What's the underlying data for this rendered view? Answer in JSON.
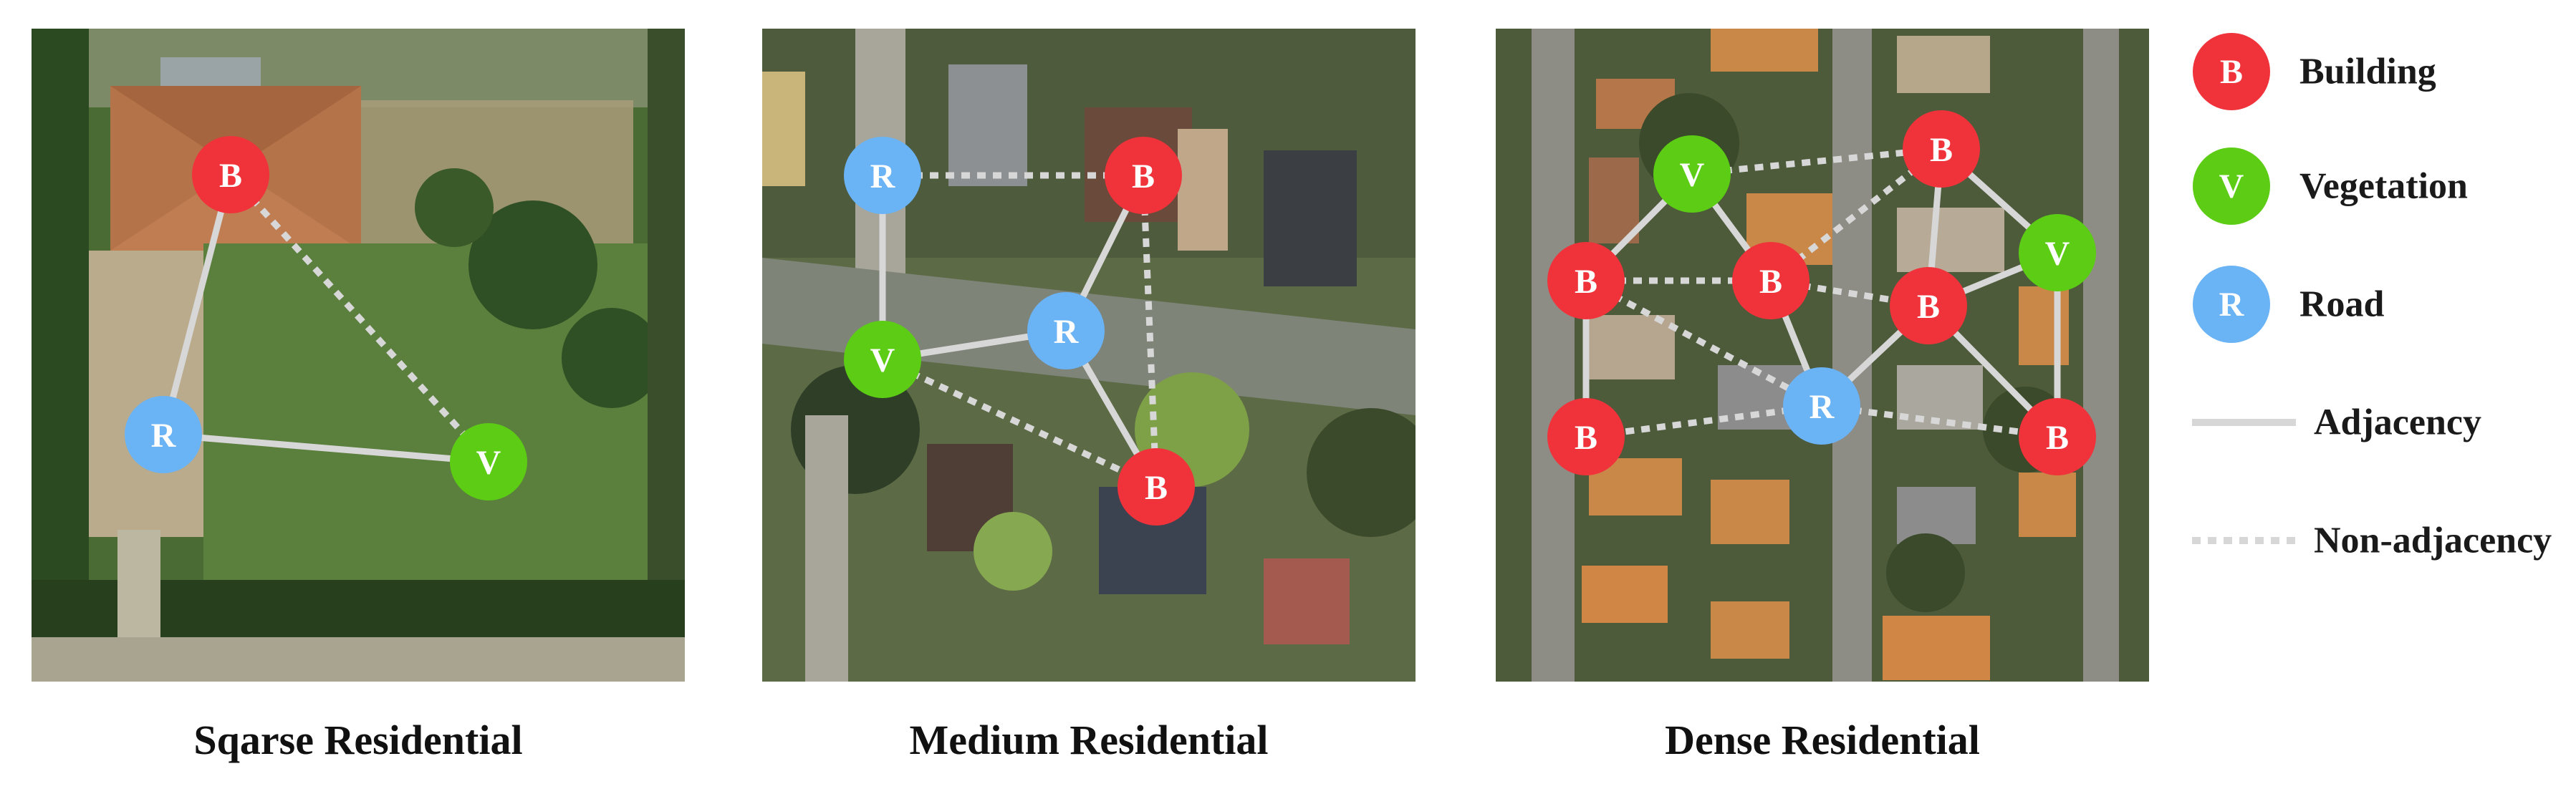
{
  "colors": {
    "building": "#f0333a",
    "vegetation": "#5ccc15",
    "road": "#6ab3f5",
    "edge": "#d7d7d7",
    "node_text": "#ffffff"
  },
  "node_labels": {
    "building": "B",
    "vegetation": "V",
    "road": "R"
  },
  "legend": {
    "building": "Building",
    "vegetation": "Vegetation",
    "road": "Road",
    "adjacency": "Adjacency",
    "non_adjacency": "Non-adjacency"
  },
  "panels": [
    {
      "caption": "Sqarse Residential",
      "nodes": [
        {
          "id": "b1",
          "type": "building"
        },
        {
          "id": "r1",
          "type": "road"
        },
        {
          "id": "v1",
          "type": "vegetation"
        }
      ],
      "edges": [
        {
          "from": "b1",
          "to": "r1",
          "style": "adjacency"
        },
        {
          "from": "r1",
          "to": "v1",
          "style": "adjacency"
        },
        {
          "from": "b1",
          "to": "v1",
          "style": "non-adjacency"
        }
      ]
    },
    {
      "caption": "Medium Residential",
      "nodes": [
        {
          "id": "r1",
          "type": "road"
        },
        {
          "id": "b1",
          "type": "building"
        },
        {
          "id": "r2",
          "type": "road"
        },
        {
          "id": "v1",
          "type": "vegetation"
        },
        {
          "id": "b2",
          "type": "building"
        }
      ],
      "edges": [
        {
          "from": "r1",
          "to": "b1",
          "style": "non-adjacency"
        },
        {
          "from": "r1",
          "to": "v1",
          "style": "adjacency"
        },
        {
          "from": "v1",
          "to": "r2",
          "style": "adjacency"
        },
        {
          "from": "r2",
          "to": "b1",
          "style": "adjacency"
        },
        {
          "from": "r2",
          "to": "b2",
          "style": "adjacency"
        },
        {
          "from": "b1",
          "to": "b2",
          "style": "non-adjacency"
        },
        {
          "from": "v1",
          "to": "b2",
          "style": "non-adjacency"
        }
      ]
    },
    {
      "caption": "Dense Residential",
      "nodes": [
        {
          "id": "v1",
          "type": "vegetation"
        },
        {
          "id": "b1",
          "type": "building"
        },
        {
          "id": "v2",
          "type": "vegetation"
        },
        {
          "id": "b2",
          "type": "building"
        },
        {
          "id": "b3",
          "type": "building"
        },
        {
          "id": "b4",
          "type": "building"
        },
        {
          "id": "r1",
          "type": "road"
        },
        {
          "id": "b5",
          "type": "building"
        },
        {
          "id": "b6",
          "type": "building"
        }
      ],
      "edges": [
        {
          "from": "v1",
          "to": "b1",
          "style": "non-adjacency"
        },
        {
          "from": "v1",
          "to": "b2",
          "style": "adjacency"
        },
        {
          "from": "v1",
          "to": "b3",
          "style": "adjacency"
        },
        {
          "from": "b1",
          "to": "v2",
          "style": "adjacency"
        },
        {
          "from": "b1",
          "to": "b4",
          "style": "adjacency"
        },
        {
          "from": "b1",
          "to": "b3",
          "style": "non-adjacency"
        },
        {
          "from": "b2",
          "to": "b3",
          "style": "non-adjacency"
        },
        {
          "from": "b3",
          "to": "b4",
          "style": "non-adjacency"
        },
        {
          "from": "b4",
          "to": "v2",
          "style": "adjacency"
        },
        {
          "from": "b2",
          "to": "b5",
          "style": "adjacency"
        },
        {
          "from": "b2",
          "to": "r1",
          "style": "non-adjacency"
        },
        {
          "from": "b3",
          "to": "r1",
          "style": "adjacency"
        },
        {
          "from": "b4",
          "to": "r1",
          "style": "adjacency"
        },
        {
          "from": "b4",
          "to": "b6",
          "style": "adjacency"
        },
        {
          "from": "v2",
          "to": "b6",
          "style": "adjacency"
        },
        {
          "from": "r1",
          "to": "b5",
          "style": "non-adjacency"
        },
        {
          "from": "r1",
          "to": "b6",
          "style": "non-adjacency"
        }
      ]
    }
  ]
}
